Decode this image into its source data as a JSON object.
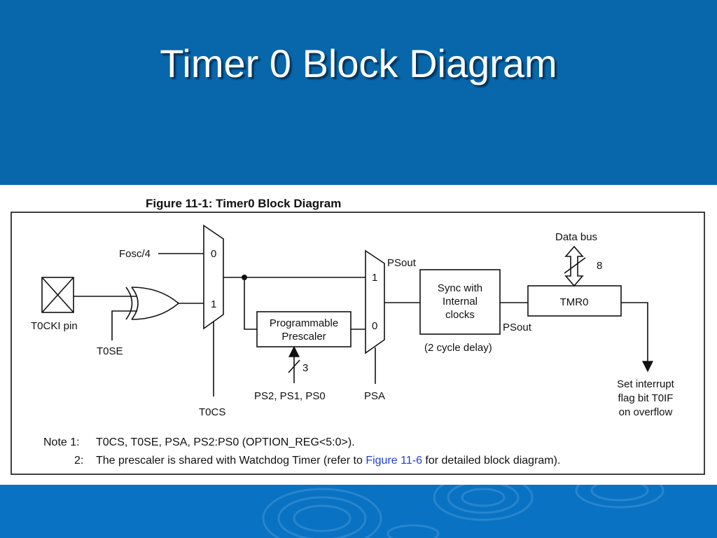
{
  "slide": {
    "title": "Timer 0 Block Diagram"
  },
  "figure": {
    "caption": "Figure 11-1: Timer0 Block Diagram",
    "labels": {
      "fosc": "Fosc/4",
      "tocki_pin": "T0CKI pin",
      "t0se": "T0SE",
      "t0cs": "T0CS",
      "mux1_in0": "0",
      "mux1_in1": "1",
      "prescaler_line1": "Programmable",
      "prescaler_line2": "Prescaler",
      "bus_width_3": "3",
      "ps_bits": "PS2, PS1, PS0",
      "mux2_in1": "1",
      "mux2_in0": "0",
      "psout_top": "PSout",
      "psa": "PSA",
      "sync_line1": "Sync with",
      "sync_line2": "Internal",
      "sync_line3": "clocks",
      "sync_delay": "(2 cycle delay)",
      "psout_right": "PSout",
      "data_bus": "Data bus",
      "bus_width_8": "8",
      "tmr0": "TMR0",
      "overflow_line1": "Set interrupt",
      "overflow_line2": "flag bit T0IF",
      "overflow_line3": "on overflow"
    },
    "notes": {
      "note1_prefix": "Note 1:",
      "note1_text": "T0CS, T0SE, PSA, PS2:PS0 (OPTION_REG<5:0>).",
      "note2_prefix": "2:",
      "note2_text_before": "The prescaler is shared with Watchdog Timer (refer to ",
      "note2_link": "Figure 11-6",
      "note2_text_after": " for detailed block diagram)."
    }
  },
  "colors": {
    "background": "#0866ab",
    "footer": "#0a72c2",
    "link": "#1f3fd8"
  }
}
